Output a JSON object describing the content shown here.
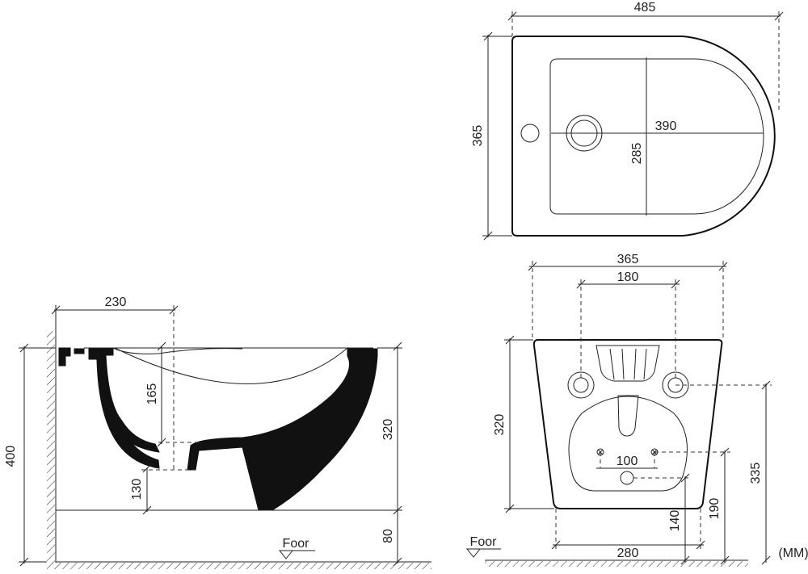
{
  "top_view": {
    "width_label": "485",
    "depth_label": "365",
    "bowl_length_label": "390",
    "bowl_width_label": "285"
  },
  "front_view": {
    "outer_label": "365",
    "bracket_label": "180",
    "height_label": "320",
    "drain_spacing_label": "100",
    "mount_height_label": "335",
    "bottom_width_label": "280",
    "pipe_height_label": "140",
    "outlet_height_label": "190",
    "floor_label": "Foor"
  },
  "side_view": {
    "depth_label": "230",
    "total_height_label": "400",
    "rim_drop_label": "165",
    "bowl_height_label": "320",
    "outlet_label": "130",
    "floor_gap_label": "80",
    "floor_label": "Foor"
  },
  "units_label": "(MM)"
}
